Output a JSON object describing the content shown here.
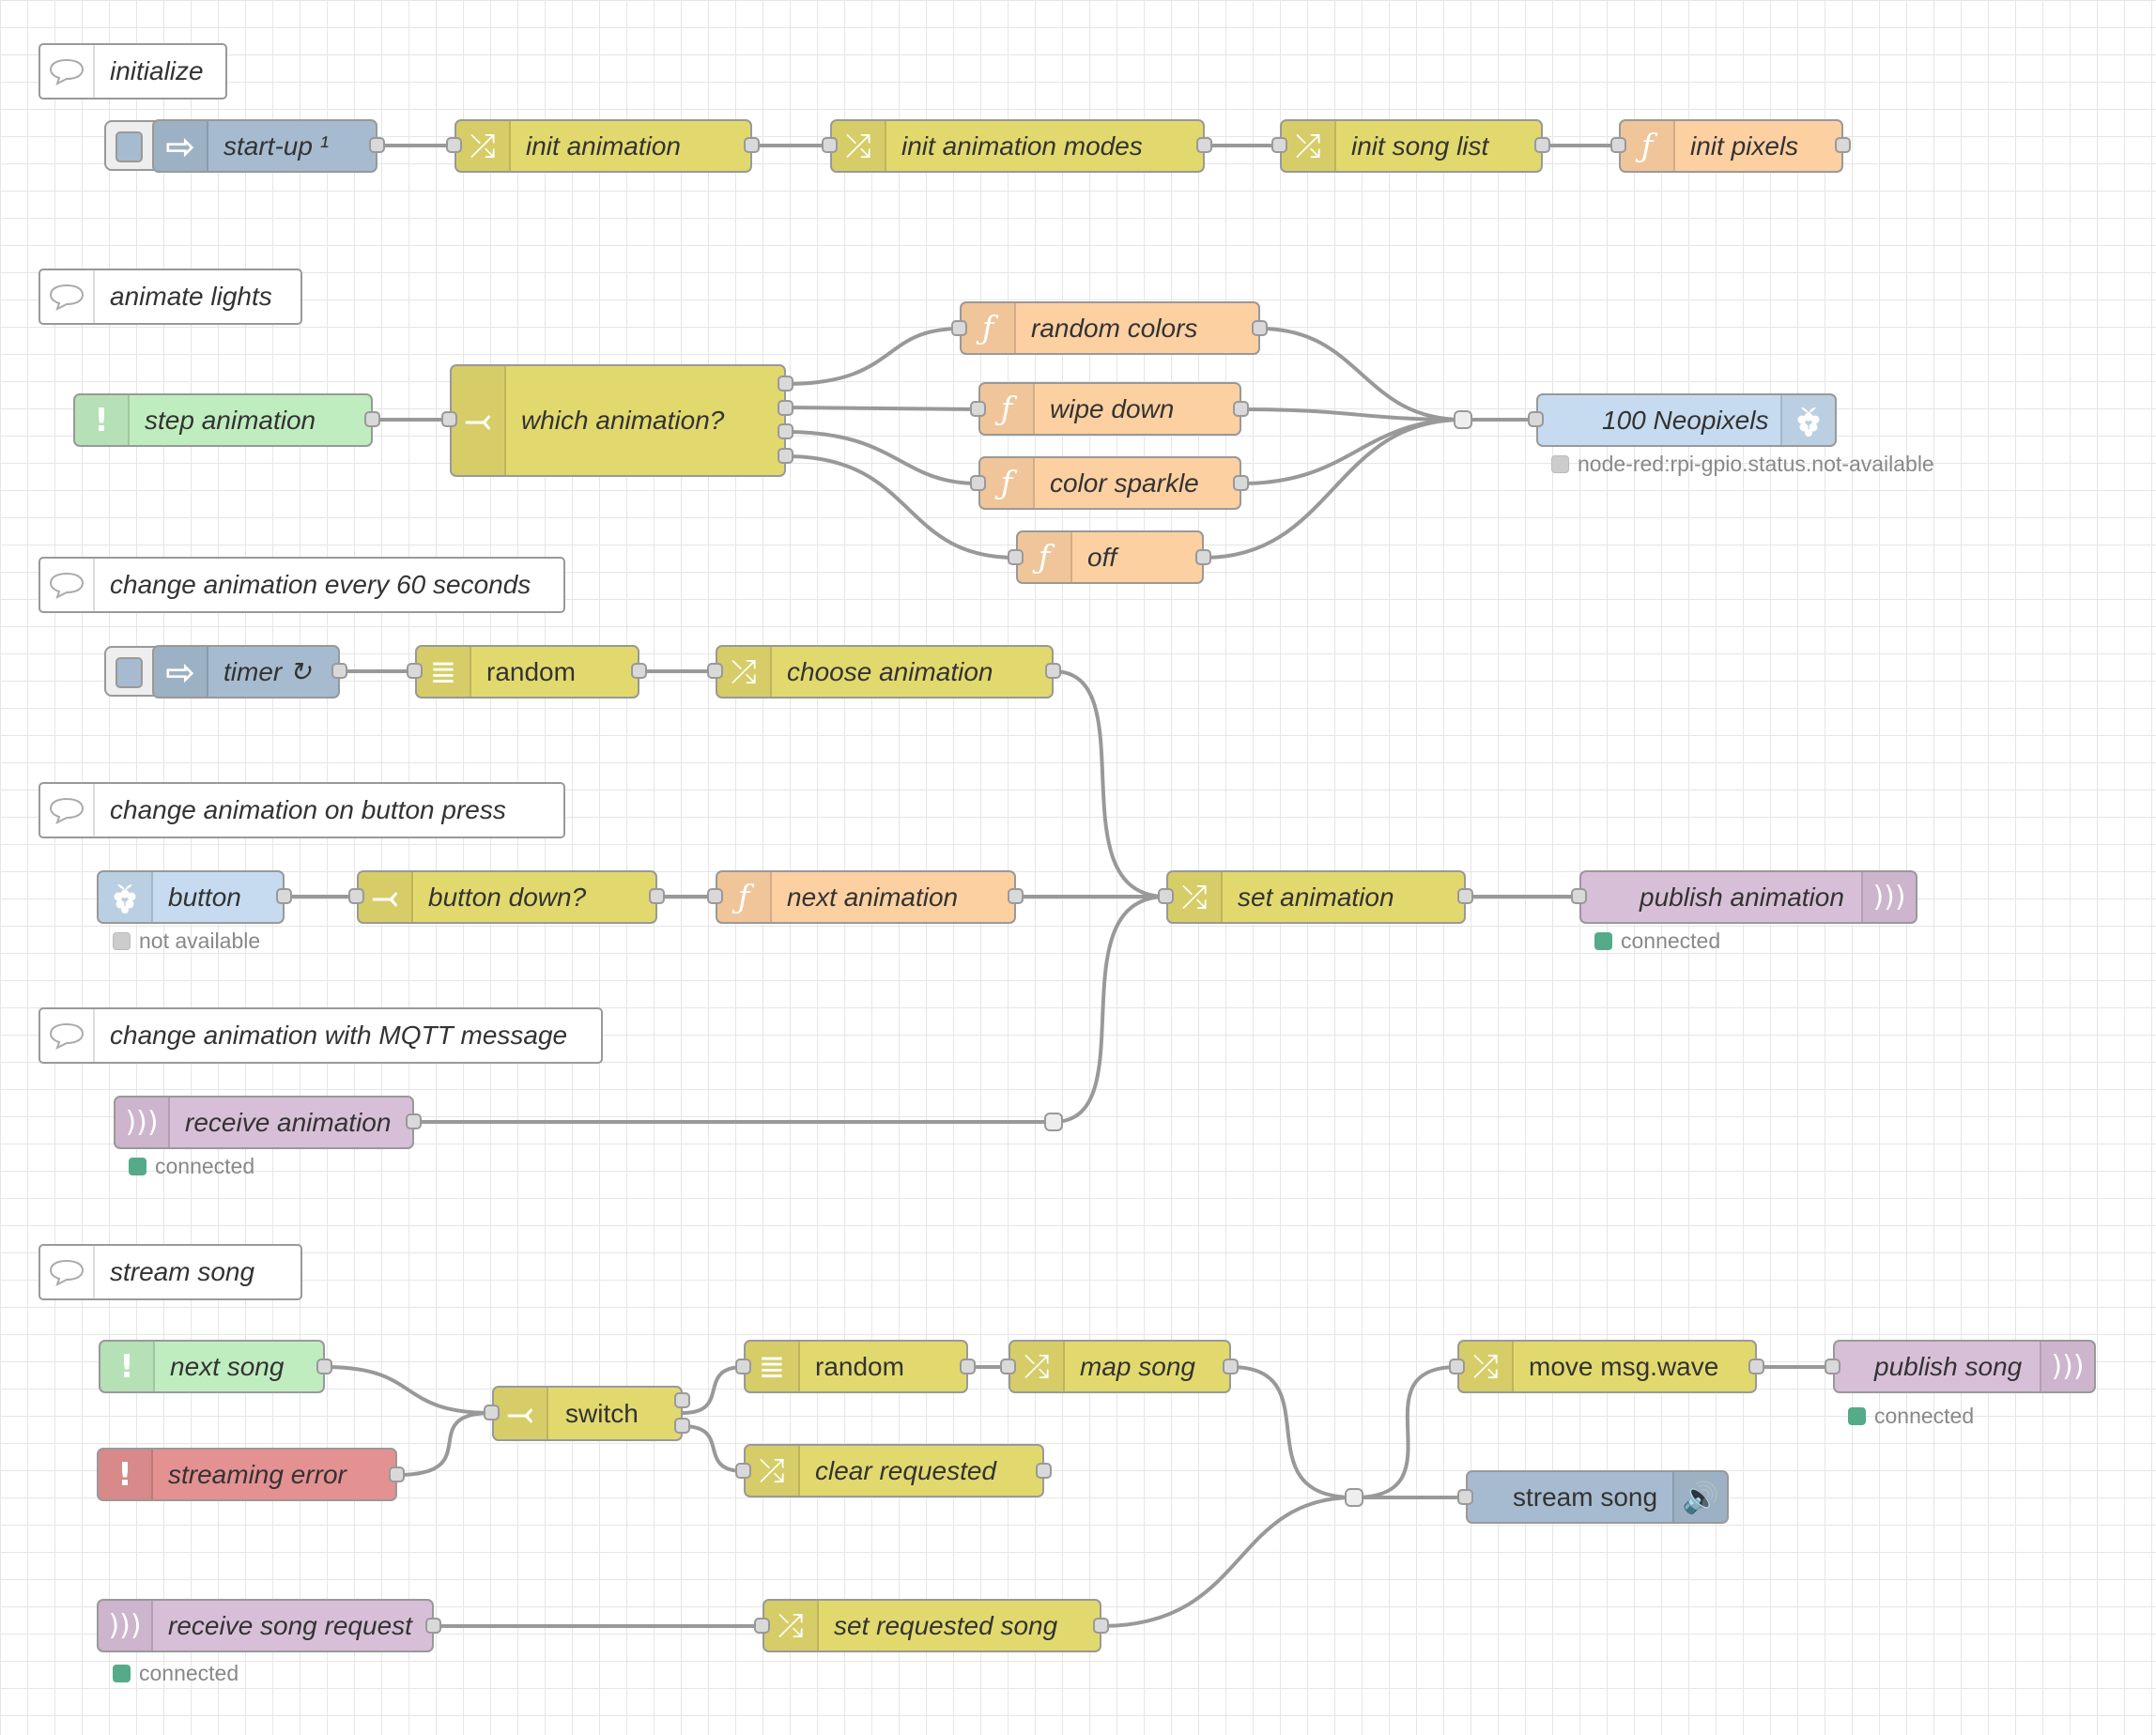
{
  "colors": {
    "inject": "#a6bbcf",
    "change": "#e2d96e",
    "function": "#fdd0a2",
    "catch": "#c0deed",
    "neopixel": "#c6dbef",
    "mqtt": "#d8bfd8",
    "status_ok": "#5a8",
    "status_na": "#ccc",
    "catch_green": "#c0edc0",
    "catch_red": "#e49191",
    "wire": "#999"
  },
  "comments": [
    "initialize",
    "animate lights",
    "change animation every 60 seconds",
    "change animation on button press",
    "change animation with MQTT message",
    "stream song"
  ],
  "nodes": [
    {
      "label": "start-up ¹",
      "type": "inject",
      "icon": "arrow-right-icon"
    },
    {
      "label": "init animation",
      "type": "change",
      "icon": "shuffle-icon"
    },
    {
      "label": "init animation modes",
      "type": "change",
      "icon": "shuffle-icon"
    },
    {
      "label": "init song list",
      "type": "change",
      "icon": "shuffle-icon"
    },
    {
      "label": "init pixels",
      "type": "function",
      "icon": "function-icon"
    },
    {
      "label": "step animation",
      "type": "catch",
      "icon": "exclamation-icon"
    },
    {
      "label": "which animation?",
      "type": "switch",
      "icon": "switch-icon"
    },
    {
      "label": "random colors",
      "type": "function",
      "icon": "function-icon"
    },
    {
      "label": "wipe down",
      "type": "function",
      "icon": "function-icon"
    },
    {
      "label": "color sparkle",
      "type": "function",
      "icon": "function-icon"
    },
    {
      "label": "off",
      "type": "function",
      "icon": "function-icon"
    },
    {
      "label": "100 Neopixels",
      "type": "neopixel",
      "icon": "raspberry-icon"
    },
    {
      "label": "timer ↻",
      "type": "inject",
      "icon": "arrow-right-icon"
    },
    {
      "label": "random",
      "type": "random",
      "icon": "list-icon"
    },
    {
      "label": "choose animation",
      "type": "change",
      "icon": "shuffle-icon"
    },
    {
      "label": "button",
      "type": "rpi-gpio",
      "icon": "raspberry-icon"
    },
    {
      "label": "button down?",
      "type": "switch",
      "icon": "switch-icon"
    },
    {
      "label": "next animation",
      "type": "function",
      "icon": "function-icon"
    },
    {
      "label": "set animation",
      "type": "change",
      "icon": "shuffle-icon"
    },
    {
      "label": "publish animation",
      "type": "mqtt-out",
      "icon": "broadcast-icon"
    },
    {
      "label": "receive animation",
      "type": "mqtt-in",
      "icon": "broadcast-icon"
    },
    {
      "label": "next song",
      "type": "catch",
      "icon": "exclamation-icon"
    },
    {
      "label": "streaming error",
      "type": "catch",
      "icon": "exclamation-icon"
    },
    {
      "label": "switch",
      "type": "switch",
      "icon": "switch-icon"
    },
    {
      "label": "random",
      "type": "random",
      "icon": "list-icon"
    },
    {
      "label": "map song",
      "type": "change",
      "icon": "shuffle-icon"
    },
    {
      "label": "clear requested",
      "type": "change",
      "icon": "shuffle-icon"
    },
    {
      "label": "move msg.wave",
      "type": "change",
      "icon": "shuffle-icon"
    },
    {
      "label": "publish song",
      "type": "mqtt-out",
      "icon": "broadcast-icon"
    },
    {
      "label": "stream song",
      "type": "audio",
      "icon": "speaker-icon"
    },
    {
      "label": "receive song request",
      "type": "mqtt-in",
      "icon": "broadcast-icon"
    },
    {
      "label": "set requested song",
      "type": "change",
      "icon": "shuffle-icon"
    }
  ],
  "statuses": [
    {
      "text": "node-red:rpi-gpio.status.not-available",
      "state": "na"
    },
    {
      "text": "not available",
      "state": "na"
    },
    {
      "text": "connected",
      "state": "ok"
    },
    {
      "text": "connected",
      "state": "ok"
    },
    {
      "text": "connected",
      "state": "ok"
    },
    {
      "text": "connected",
      "state": "ok"
    }
  ]
}
